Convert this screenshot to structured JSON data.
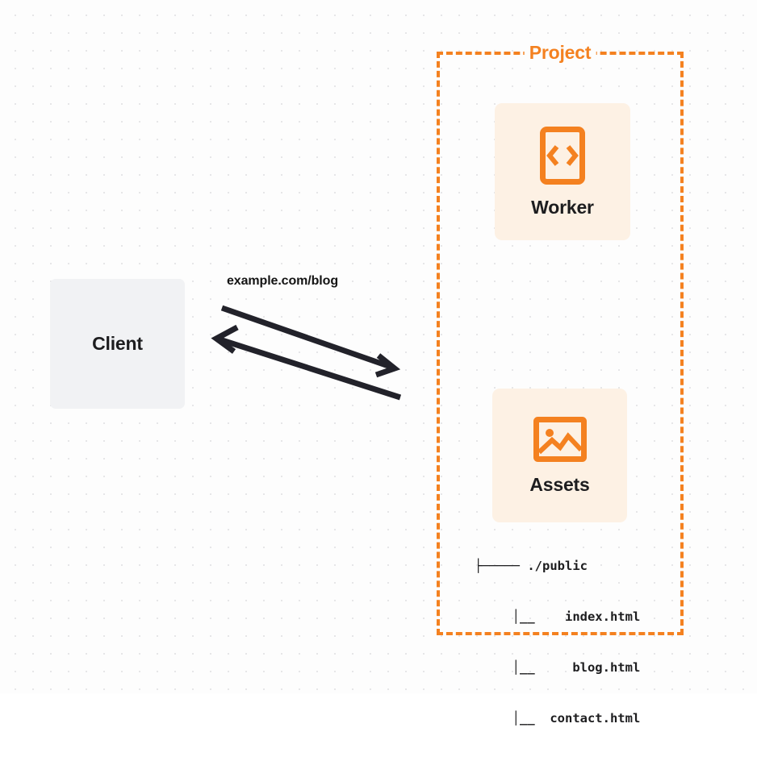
{
  "diagram": {
    "title_hidden": "",
    "background": {
      "color": "#fdfdfd",
      "dot_color": "#e6e6e8"
    },
    "colors": {
      "accent_orange": "#f48120",
      "node_fill": "#fdf1e4",
      "client_fill": "#f1f2f4",
      "text_dark": "#1d1d1f",
      "arrow": "#22222a"
    },
    "client": {
      "label": "Client",
      "icon": "none"
    },
    "edge": {
      "label": "example.com/blog",
      "request_direction": "client-to-project",
      "response_direction": "project-to-client",
      "icon_right": "arrow-right-icon",
      "icon_left": "arrow-left-icon"
    },
    "project": {
      "title": "Project",
      "border_style": "dashed",
      "nodes": [
        {
          "id": "worker",
          "label": "Worker",
          "icon": "code-file-icon"
        },
        {
          "id": "assets",
          "label": "Assets",
          "icon": "image-icon"
        }
      ],
      "file_tree": {
        "rows": [
          "├───── ./public",
          "     │__    index.html",
          "     │__     blog.html",
          "     │__  contact.html"
        ],
        "root": "./public",
        "files": [
          "index.html",
          "blog.html",
          "contact.html"
        ]
      }
    }
  }
}
